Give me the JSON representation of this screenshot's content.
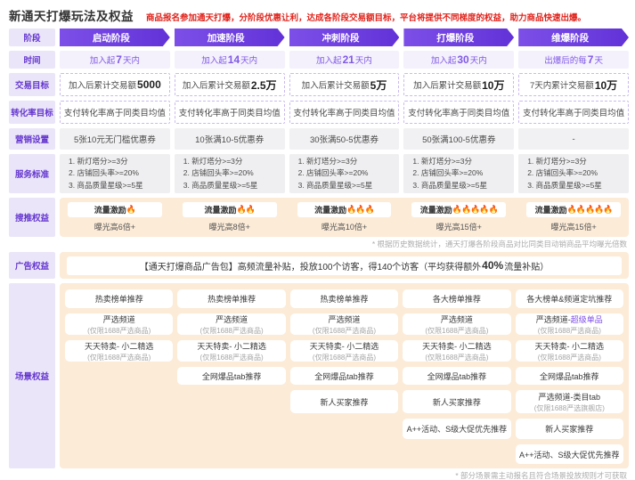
{
  "page": {
    "title": "新通天打爆玩法及权益",
    "subtitle": "商品报名参加通天打爆，分阶段优惠让利，达成各阶段交易额目标，平台将提供不同梯度的权益，助力商品快速出爆。"
  },
  "colors": {
    "accent_purple": "#6b3bdc",
    "label_bg": "#eae5f8",
    "band_bg": "#fcebd7",
    "alert_red": "#e0231b",
    "highlight_purple": "#7c4ce8"
  },
  "row_labels": [
    "阶段",
    "时间",
    "交易目标",
    "转化率目标",
    "营销设置",
    "服务标准",
    "搜推权益",
    "广告权益",
    "场景权益"
  ],
  "stages": [
    "启动阶段",
    "加速阶段",
    "冲刺阶段",
    "打爆阶段",
    "维爆阶段"
  ],
  "time": [
    {
      "pre": "加入起",
      "num": "7",
      "post": "天内"
    },
    {
      "pre": "加入起",
      "num": "14",
      "post": "天内"
    },
    {
      "pre": "加入起",
      "num": "21",
      "post": "天内"
    },
    {
      "pre": "加入起",
      "num": "30",
      "post": "天内"
    },
    {
      "pre": "出爆后的每",
      "num": "7",
      "post": "天"
    }
  ],
  "trade_goal": [
    {
      "pre": "加入后累计交易额",
      "num": "5000"
    },
    {
      "pre": "加入后累计交易额",
      "num": "2.5万"
    },
    {
      "pre": "加入后累计交易额",
      "num": "5万"
    },
    {
      "pre": "加入后累计交易额",
      "num": "10万"
    },
    {
      "pre": "7天内累计交易额",
      "num": "10万"
    }
  ],
  "conversion_goal": [
    "支付转化率高于同类目均值",
    "支付转化率高于同类目均值",
    "支付转化率高于同类目均值",
    "支付转化率高于同类目均值",
    "支付转化率高于同类目均值"
  ],
  "marketing": [
    "5张10元无门槛优惠券",
    "10张满10-5优惠券",
    "30张满50-5优惠券",
    "50张满100-5优惠券",
    "-"
  ],
  "service_lines": [
    "1. 新灯塔分>=3分",
    "2. 店铺回头率>=20%",
    "3. 商品质量星级>=5星"
  ],
  "search": {
    "label": "流量激励",
    "fire_icon": "🔥",
    "cells": [
      {
        "fires": 1,
        "exposure": "曝光高6倍+"
      },
      {
        "fires": 2,
        "exposure": "曝光高8倍+"
      },
      {
        "fires": 3,
        "exposure": "曝光高10倍+"
      },
      {
        "fires": 5,
        "exposure": "曝光高15倍+"
      },
      {
        "fires": 5,
        "exposure": "曝光高15倍+"
      }
    ],
    "footnote": "* 根据历史数据统计，通天打爆各阶段商品对比同类目动销商品平均曝光倍数"
  },
  "ad": {
    "pre": "【通天打爆商品广告包】高频流量补贴，投放100个访客，得140个访客（平均获得额外",
    "bold": "40%",
    "post": "流量补贴）"
  },
  "scene": {
    "cols": [
      {
        "items": [
          {
            "row": 1,
            "label": "热卖榜单推荐"
          },
          {
            "row": 2,
            "label": "严选频道",
            "note": "(仅限1688严选商品)"
          },
          {
            "row": 3,
            "label": "天天特卖- 小二精选",
            "note": "(仅限1688严选商品)"
          }
        ]
      },
      {
        "items": [
          {
            "row": 1,
            "label": "热卖榜单推荐"
          },
          {
            "row": 2,
            "label": "严选频道",
            "note": "(仅限1688严选商品)"
          },
          {
            "row": 3,
            "label": "天天特卖- 小二精选",
            "note": "(仅限1688严选商品)"
          },
          {
            "row": 4,
            "label": "全网爆品tab推荐"
          }
        ]
      },
      {
        "items": [
          {
            "row": 1,
            "label": "热卖榜单推荐"
          },
          {
            "row": 2,
            "label": "严选频道",
            "note": "(仅限1688严选商品)"
          },
          {
            "row": 3,
            "label": "天天特卖- 小二精选",
            "note": "(仅限1688严选商品)"
          },
          {
            "row": 4,
            "label": "全网爆品tab推荐"
          },
          {
            "row": 5,
            "label": "新人买家推荐"
          }
        ]
      },
      {
        "items": [
          {
            "row": 1,
            "label": "各大榜单推荐"
          },
          {
            "row": 2,
            "label": "严选频道",
            "note": "(仅限1688严选商品)"
          },
          {
            "row": 3,
            "label": "天天特卖- 小二精选",
            "note": "(仅限1688严选商品)"
          },
          {
            "row": 4,
            "label": "全网爆品tab推荐"
          },
          {
            "row": 5,
            "label": "新人买家推荐"
          },
          {
            "row": 6,
            "label": "A++活动、S级大促优先推荐"
          }
        ]
      },
      {
        "items": [
          {
            "row": 1,
            "label": "各大榜单&频道定坑推荐"
          },
          {
            "row": 2,
            "label": "严选频道-",
            "highlight": "超级单品",
            "note": "(仅限1688严选商品)"
          },
          {
            "row": 3,
            "label": "天天特卖- 小二精选",
            "note": "(仅限1688严选商品)"
          },
          {
            "row": 4,
            "label": "全网爆品tab推荐"
          },
          {
            "row": 5,
            "label": "严选频道-类目tab",
            "note": "(仅限1688严选旗舰店)"
          },
          {
            "row": 6,
            "label": "新人买家推荐"
          },
          {
            "row": 7,
            "label": "A++活动、S级大促优先推荐"
          }
        ]
      }
    ],
    "footnote": "* 部分场景需主动报名且符合场景投放规则才可获取"
  }
}
